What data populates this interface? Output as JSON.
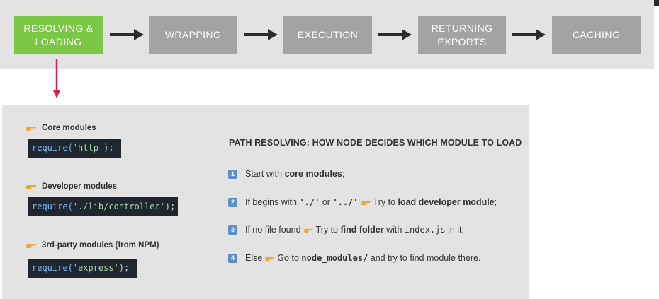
{
  "pipeline": {
    "steps": [
      {
        "label": "RESOLVING &\nLOADING",
        "active": true
      },
      {
        "label": "WRAPPING",
        "active": false
      },
      {
        "label": "EXECUTION",
        "active": false
      },
      {
        "label": "RETURNING\nEXPORTS",
        "active": false
      },
      {
        "label": "CACHING",
        "active": false
      }
    ]
  },
  "modules": [
    {
      "title": "Core modules",
      "code_fn": "require(",
      "code_str": "'http'",
      "code_end": ");"
    },
    {
      "title": "Developer modules",
      "code_fn": "require(",
      "code_str": "'./lib/controller'",
      "code_end": ");"
    },
    {
      "title": "3rd-party modules (from NPM)",
      "code_fn": "require(",
      "code_str": "'express'",
      "code_end": ");"
    }
  ],
  "resolving": {
    "heading": "PATH RESOLVING: HOW NODE DECIDES WHICH MODULE TO LOAD",
    "rules": [
      {
        "num": "1",
        "a": "Start with ",
        "b": "core modules",
        "c": ";"
      },
      {
        "num": "2",
        "a": "If begins with ",
        "code1": "'./'",
        "or": " or ",
        "code2": "'../'",
        "try": "Try to ",
        "b": "load developer module",
        "c": ";"
      },
      {
        "num": "3",
        "a": "If no file found",
        "try": "Try to ",
        "b": "find folder",
        "with": " with ",
        "code": "index.js",
        "c": " in it;"
      },
      {
        "num": "4",
        "a": "Else",
        "go": "Go to ",
        "code": "node_modules/",
        "c": " and try to find module there."
      }
    ]
  },
  "colors": {
    "active_step": "#7bc846",
    "inactive_step": "#a3a3a3",
    "down_arrow": "#d6204a",
    "number_badge": "#5a8fd0",
    "hand_icon": "#f0a830"
  }
}
